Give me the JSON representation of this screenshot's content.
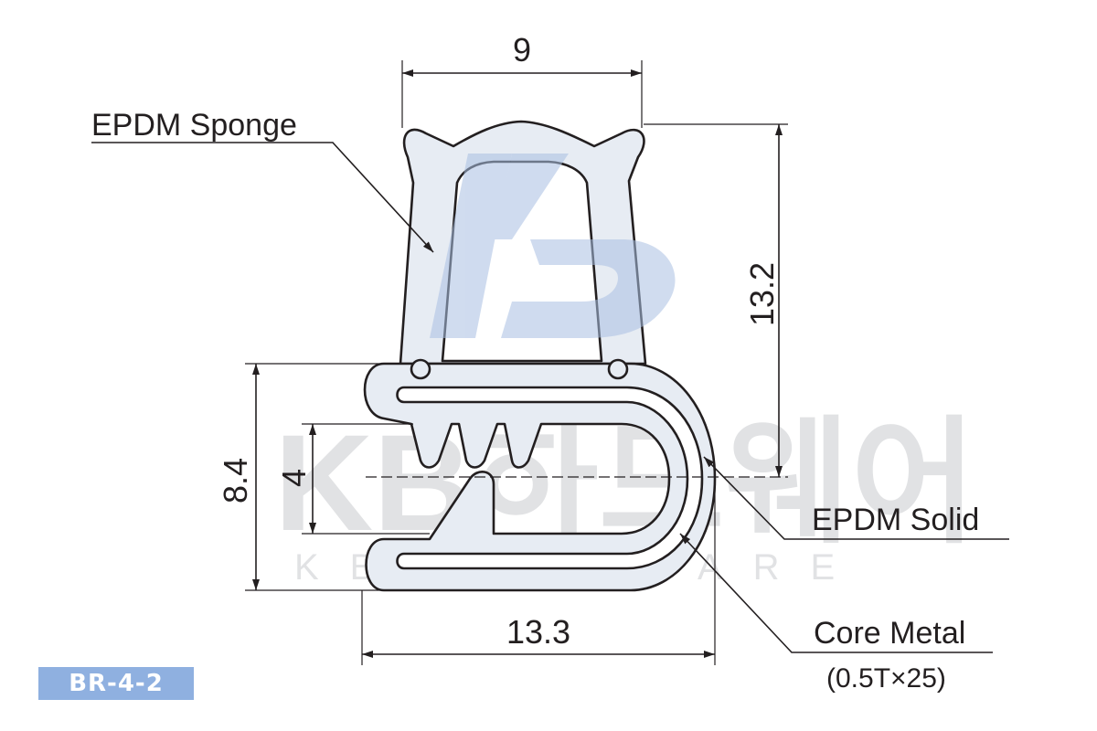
{
  "dimensions": {
    "top_width": "9",
    "height_right": "13.2",
    "height_left": "8.4",
    "gap": "4",
    "bottom_width": "13.3"
  },
  "labels": {
    "sponge": "EPDM Sponge",
    "solid": "EPDM Solid",
    "core": "Core Metal",
    "core_spec": "(0.5T×25)"
  },
  "watermark": {
    "korean": "KB하드웨어",
    "english": "KBHARDWARE"
  },
  "badge": {
    "code": "BR-4-2"
  },
  "colors": {
    "part_fill": "#e7ecf3",
    "line": "#231f20",
    "badge_bg": "#8fb0e0",
    "logo": "#a9bfe2"
  }
}
